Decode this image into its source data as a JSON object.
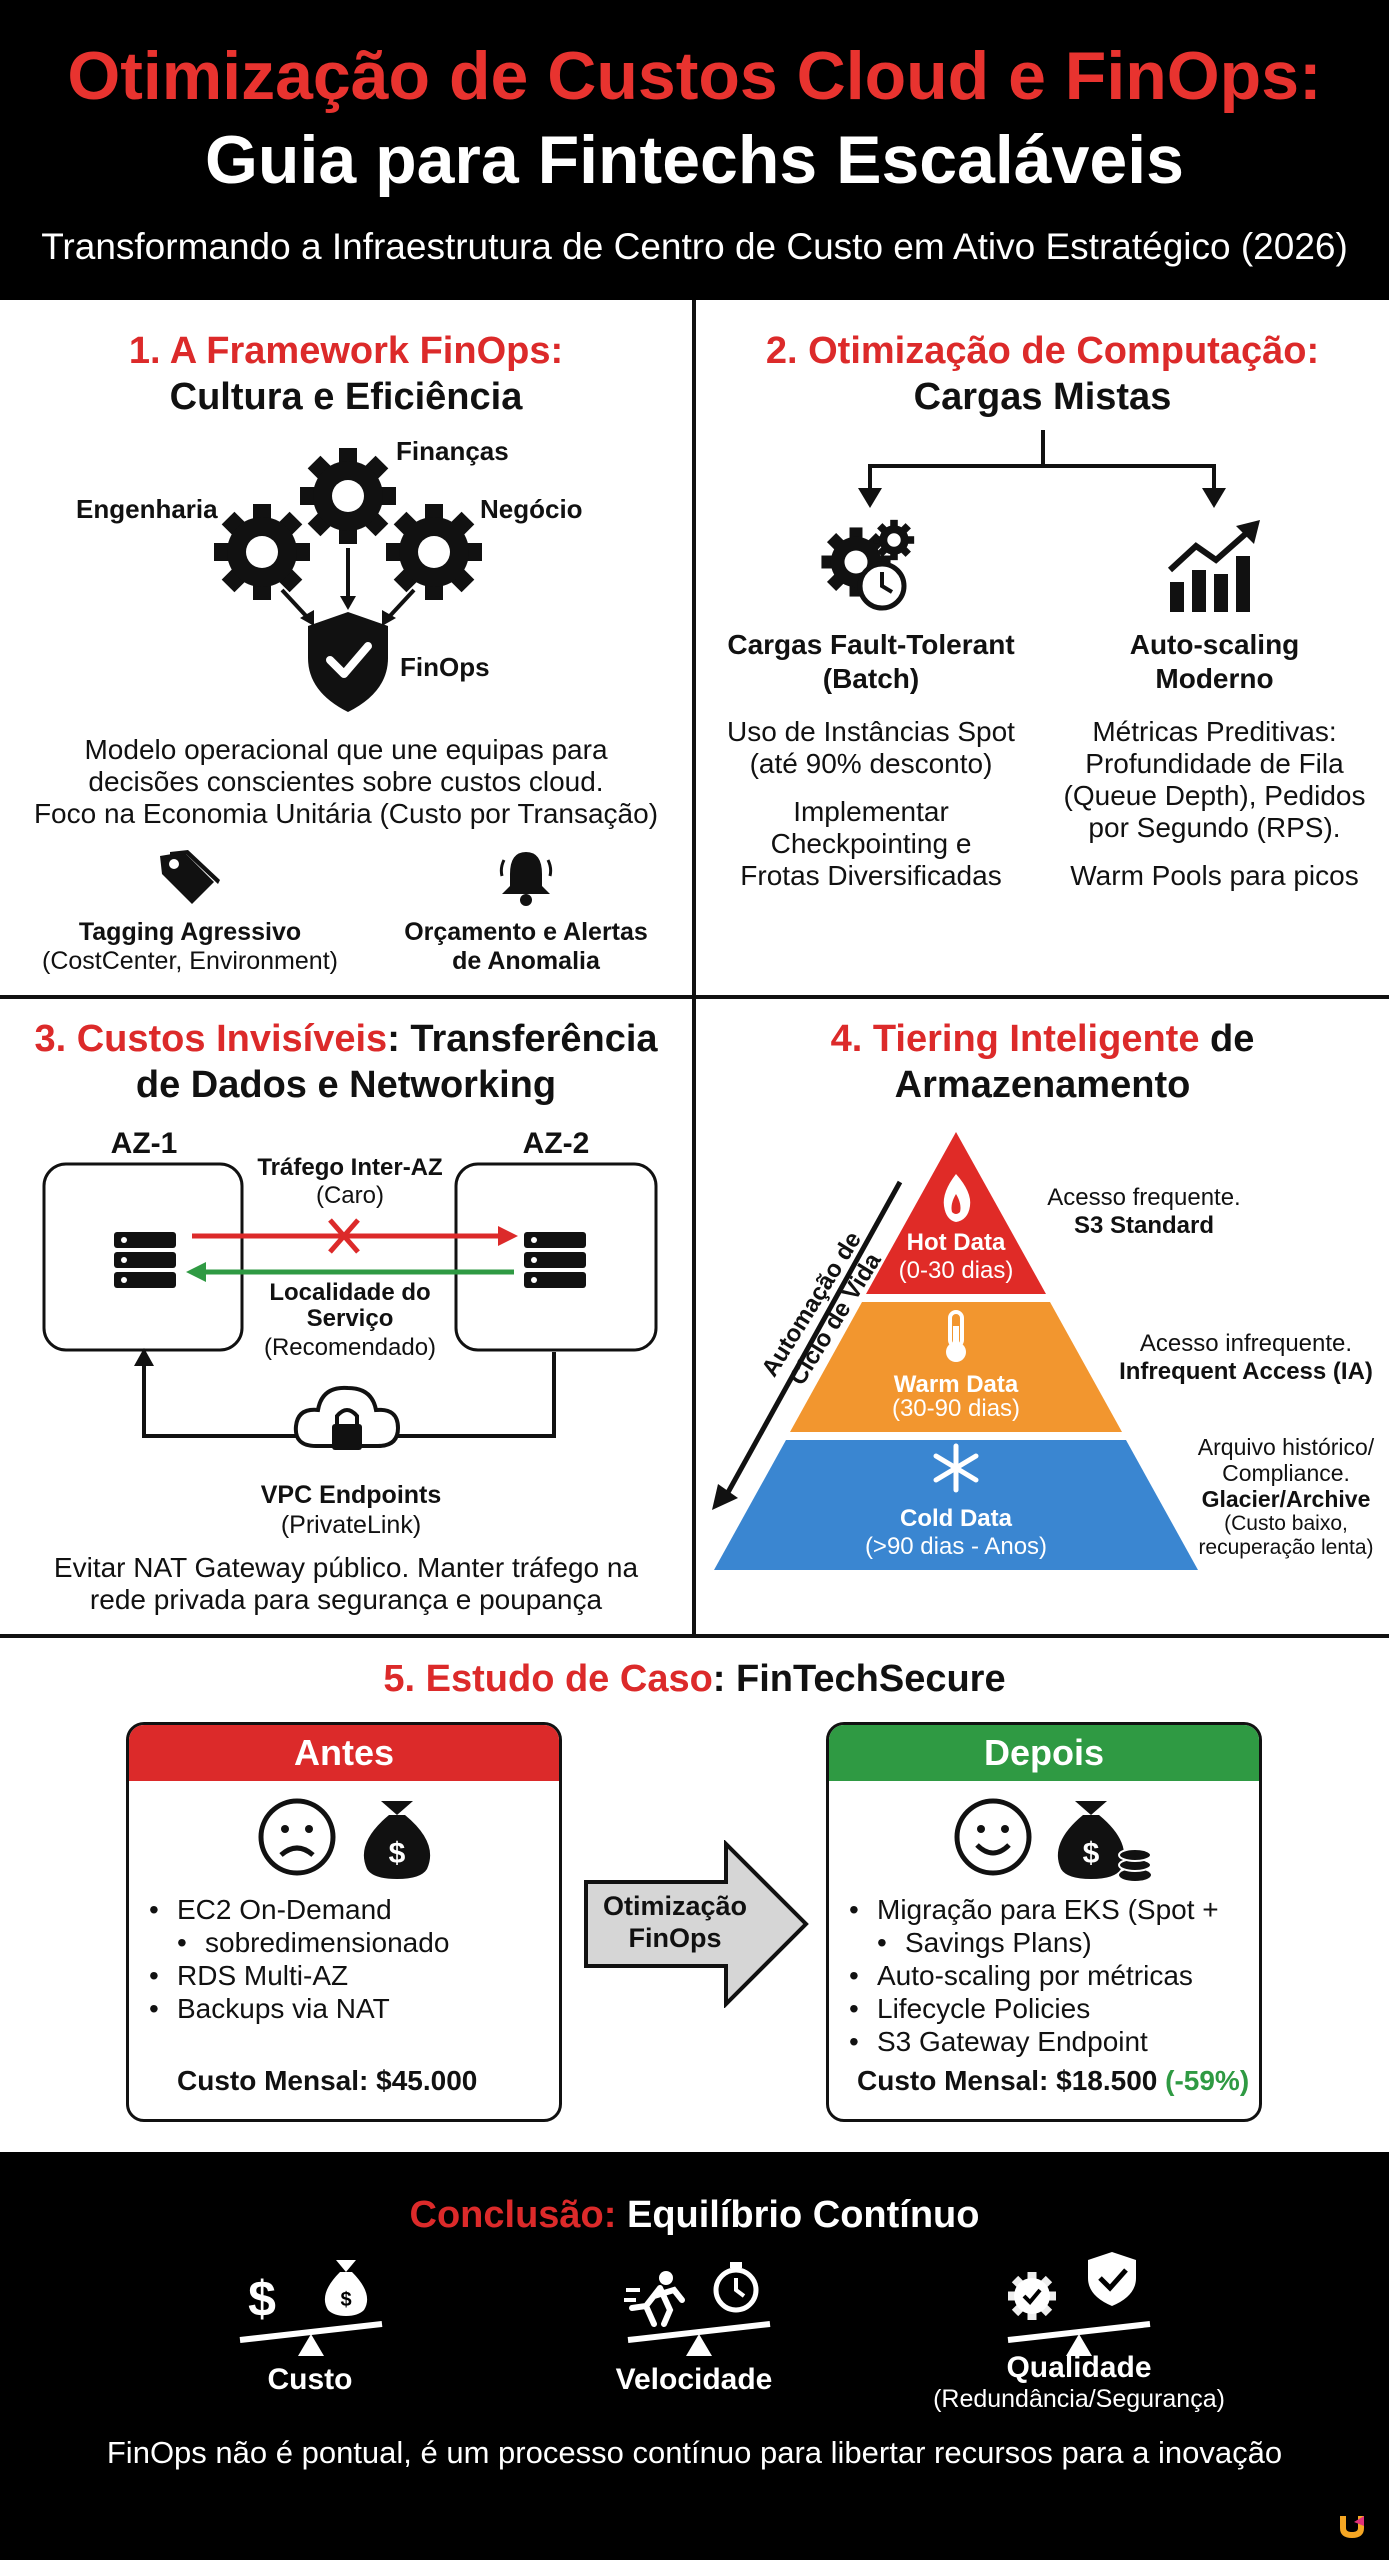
{
  "header": {
    "title_line1": "Otimização de Custos Cloud e FinOps:",
    "title_line2": "Guia para Fintechs Escaláveis",
    "subtitle": "Transformando a Infraestrutura de Centro de Custo em Ativo Estratégico (2026)"
  },
  "s1": {
    "title_num": "1. A Framework FinOps:",
    "title_rest": "Cultura e Eficiência",
    "lbl_financas": "Finanças",
    "lbl_engenharia": "Engenharia",
    "lbl_negocio": "Negócio",
    "lbl_finops": "FinOps",
    "desc1": "Modelo operacional que une equipas para",
    "desc2": "decisões conscientes sobre custos cloud.",
    "desc3": "Foco na Economia Unitária (Custo por Transação)",
    "tag_title": "Tagging Agressivo",
    "tag_sub": "(CostCenter, Environment)",
    "alert_title1": "Orçamento e Alertas",
    "alert_title2": "de Anomalia"
  },
  "s2": {
    "title_num": "2. Otimização de Computação:",
    "title_rest": "Cargas Mistas",
    "left_title1": "Cargas Fault-Tolerant",
    "left_title2": "(Batch)",
    "left_t1": "Uso de Instâncias Spot",
    "left_t2": "(até 90% desconto)",
    "left_t3": "Implementar",
    "left_t4": "Checkpointing e",
    "left_t5": "Frotas Diversificadas",
    "right_title1": "Auto-scaling",
    "right_title2": "Moderno",
    "right_t1": "Métricas Preditivas:",
    "right_t2": "Profundidade de Fila",
    "right_t3": "(Queue Depth), Pedidos",
    "right_t4": "por Segundo (RPS).",
    "right_t5": "Warm Pools para picos"
  },
  "s3": {
    "title_red": "3. Custos Invisíveis",
    "title_rest1": ": Transferência",
    "title_rest2": "de Dados e Networking",
    "az1": "AZ-1",
    "az2": "AZ-2",
    "inter_az": "Tráfego Inter-AZ",
    "caro": "(Caro)",
    "local1": "Localidade do",
    "local2": "Serviço",
    "recomendado": "(Recomendado)",
    "vpc": "VPC Endpoints",
    "privatelink": "(PrivateLink)",
    "note1": "Evitar NAT Gateway público. Manter tráfego na",
    "note2": "rede privada para segurança e poupança"
  },
  "s4": {
    "title_red": "4. Tiering Inteligente",
    "title_rest1": " de",
    "title_rest2": "Armazenamento",
    "lifecycle1": "Automação de",
    "lifecycle2": "Ciclo de Vida",
    "hot": "Hot Data",
    "hot_range": "(0-30 dias)",
    "warm": "Warm Data",
    "warm_range": "(30-90 dias)",
    "cold": "Cold Data",
    "cold_range": "(>90 dias - Anos)",
    "hot_d1": "Acesso frequente.",
    "hot_d2": "S3 Standard",
    "warm_d1": "Acesso infrequente.",
    "warm_d2": "Infrequent Access (IA)",
    "cold_d1": "Arquivo histórico/",
    "cold_d2": "Compliance.",
    "cold_d3": "Glacier/Archive",
    "cold_d4": "(Custo baixo,",
    "cold_d5": "recuperação lenta)"
  },
  "s5": {
    "title_red": "5. Estudo de Caso",
    "title_rest": ": FinTechSecure",
    "antes": "Antes",
    "depois": "Depois",
    "antes_items": [
      "EC2 On-Demand",
      "sobredimensionado",
      "RDS Multi-AZ",
      "Backups via NAT"
    ],
    "antes_cost": "Custo Mensal: $45.000",
    "arrow1": "Otimização",
    "arrow2": "FinOps",
    "depois_items": [
      "Migração para EKS (Spot +",
      "Savings Plans)",
      "Auto-scaling por métricas",
      "Lifecycle Policies",
      "S3 Gateway Endpoint"
    ],
    "depois_cost": "Custo Mensal: $18.500 ",
    "depois_pct": "(-59%)",
    "colors": {
      "red": "#dc2a2a",
      "green": "#2f9a43"
    }
  },
  "footer": {
    "title_red": "Conclusão:",
    "title_rest": " Equilíbrio Contínuo",
    "custo": "Custo",
    "velocidade": "Velocidade",
    "qualidade": "Qualidade",
    "qualidade_sub": "(Redundância/Segurança)",
    "note": "FinOps não é pontual, é um processo contínuo para libertar recursos para a inovação"
  }
}
